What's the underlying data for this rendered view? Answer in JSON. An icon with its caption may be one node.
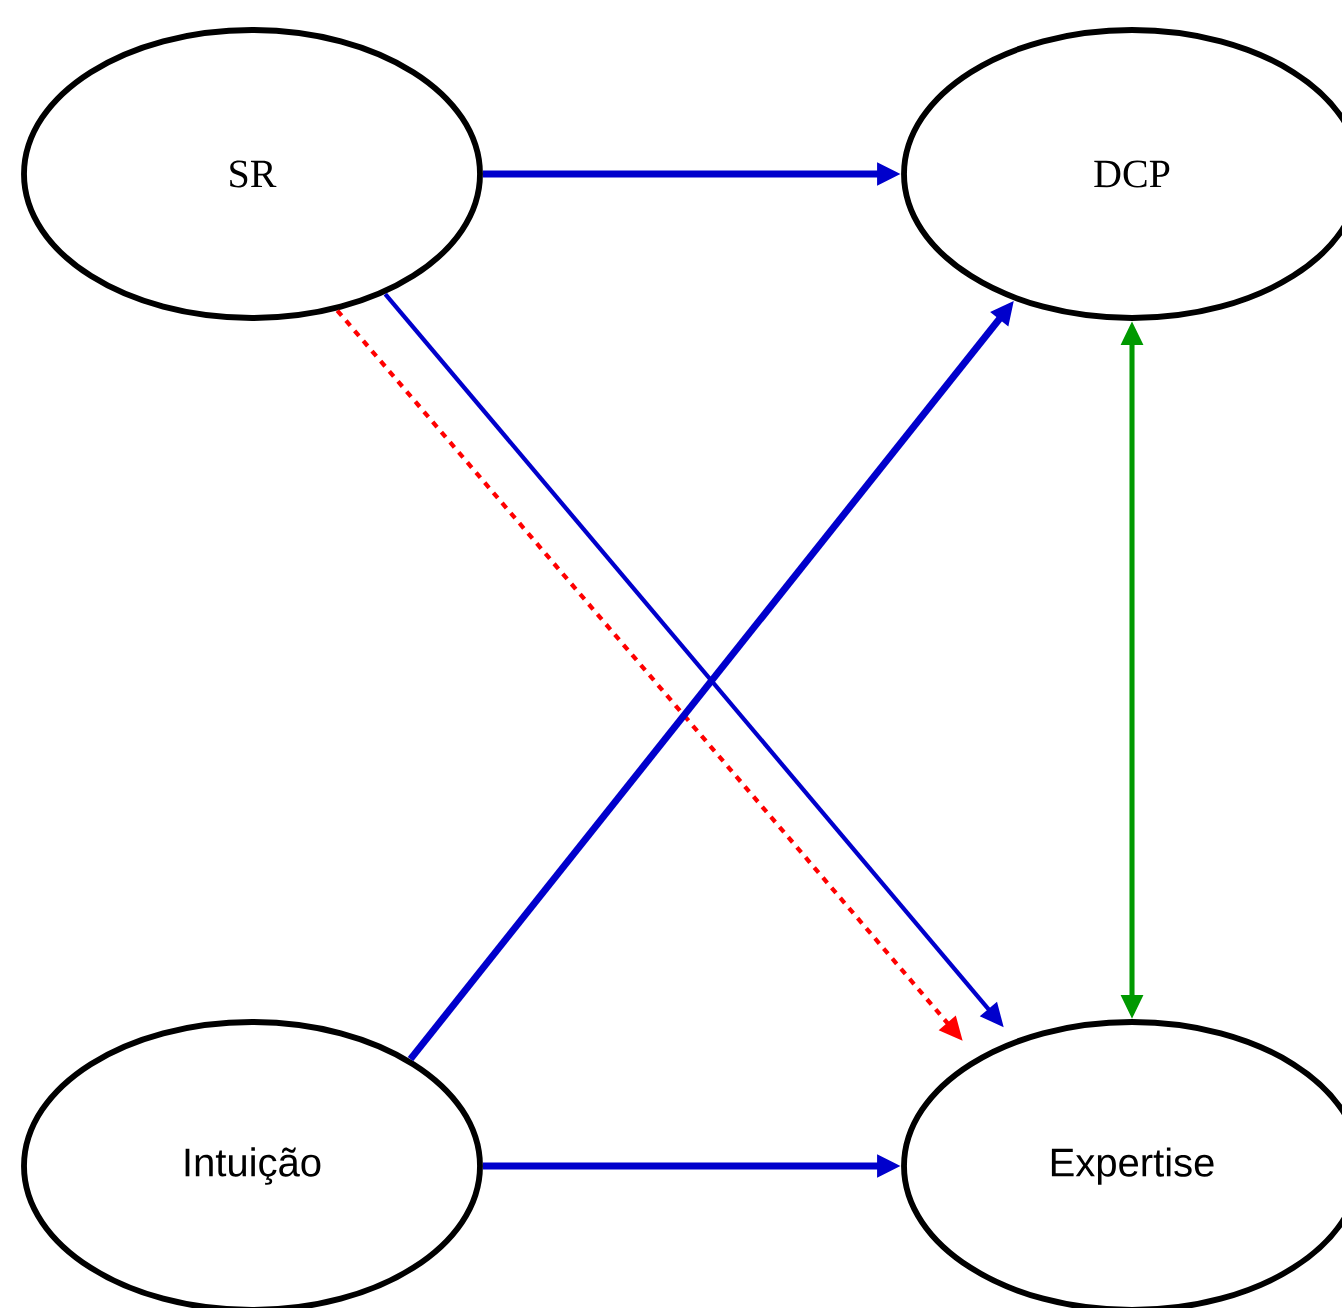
{
  "diagram": {
    "nodes": [
      {
        "text": [
          "SR"
        ]
      },
      {
        "text": [
          "DCP"
        ]
      },
      {
        "text": [
          "Intuição"
        ]
      },
      {
        "text": [
          "Expertise"
        ]
      }
    ],
    "edges": [
      {
        "from": 0,
        "to": 1,
        "arrow": "to"
      },
      {
        "from": 0,
        "to": 3,
        "arrow": "to"
      },
      {
        "from": 0,
        "to": 3,
        "arrow": "to",
        "style": "dashed",
        "color": "#ff0000"
      },
      {
        "from": 2,
        "to": 1,
        "arrow": "to"
      },
      {
        "from": 2,
        "to": 3,
        "arrow": "to"
      },
      {
        "from": 1,
        "to": 3,
        "arrow": "both",
        "color": "#009900"
      }
    ]
  }
}
